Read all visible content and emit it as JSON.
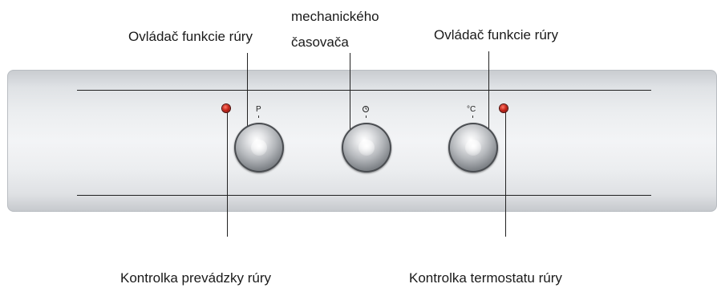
{
  "labels": {
    "top_left": "Ovládač funkcie rúry",
    "top_middle_line1": "mechanického",
    "top_middle_line2": "časovača",
    "top_right": "Ovládač funkcie rúry",
    "bottom_left": "Kontrolka prevádzky rúry",
    "bottom_right": "Kontrolka termostatu rúry"
  },
  "symbols": {
    "left_knob": "P",
    "right_knob": "°C"
  },
  "colors": {
    "indicator_lamp": "#c8281c",
    "panel": "#eceef0"
  }
}
